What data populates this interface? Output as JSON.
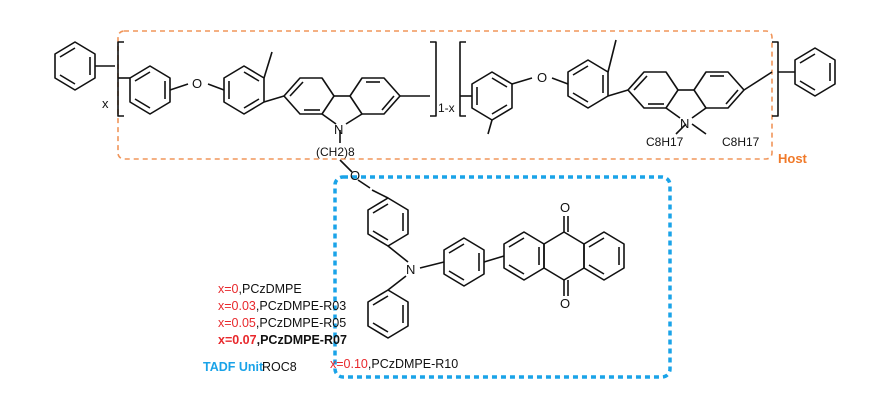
{
  "diagram": {
    "host_label": "Host",
    "tadf_label": "TADF Unit",
    "tadf_prefix": "ROC8",
    "repeat_x": "x",
    "repeat_1mx": "1-x",
    "alkyl_chain": "(CH2)8",
    "octyl_a": "C8H17",
    "octyl_b": "C8H17",
    "n_atom": "N",
    "o_atom": "O",
    "carbonyl_o": "O",
    "colors": {
      "host_box": "#f0955a",
      "host_label": "#f07a2a",
      "tadf_box": "#1aa3e8",
      "tadf_label": "#1aa3e8",
      "x_values": "#e8282c"
    }
  },
  "legend": [
    {
      "x": "x=0",
      "name": "PCzDMPE",
      "bold": false
    },
    {
      "x": "x=0.03",
      "name": "PCzDMPE-R03",
      "bold": false
    },
    {
      "x": "x=0.05",
      "name": "PCzDMPE-R05",
      "bold": false
    },
    {
      "x": "x=0.07",
      "name": "PCzDMPE-R07",
      "bold": true
    },
    {
      "x": "x=0.10",
      "name": "PCzDMPE-R10",
      "bold": false
    }
  ]
}
